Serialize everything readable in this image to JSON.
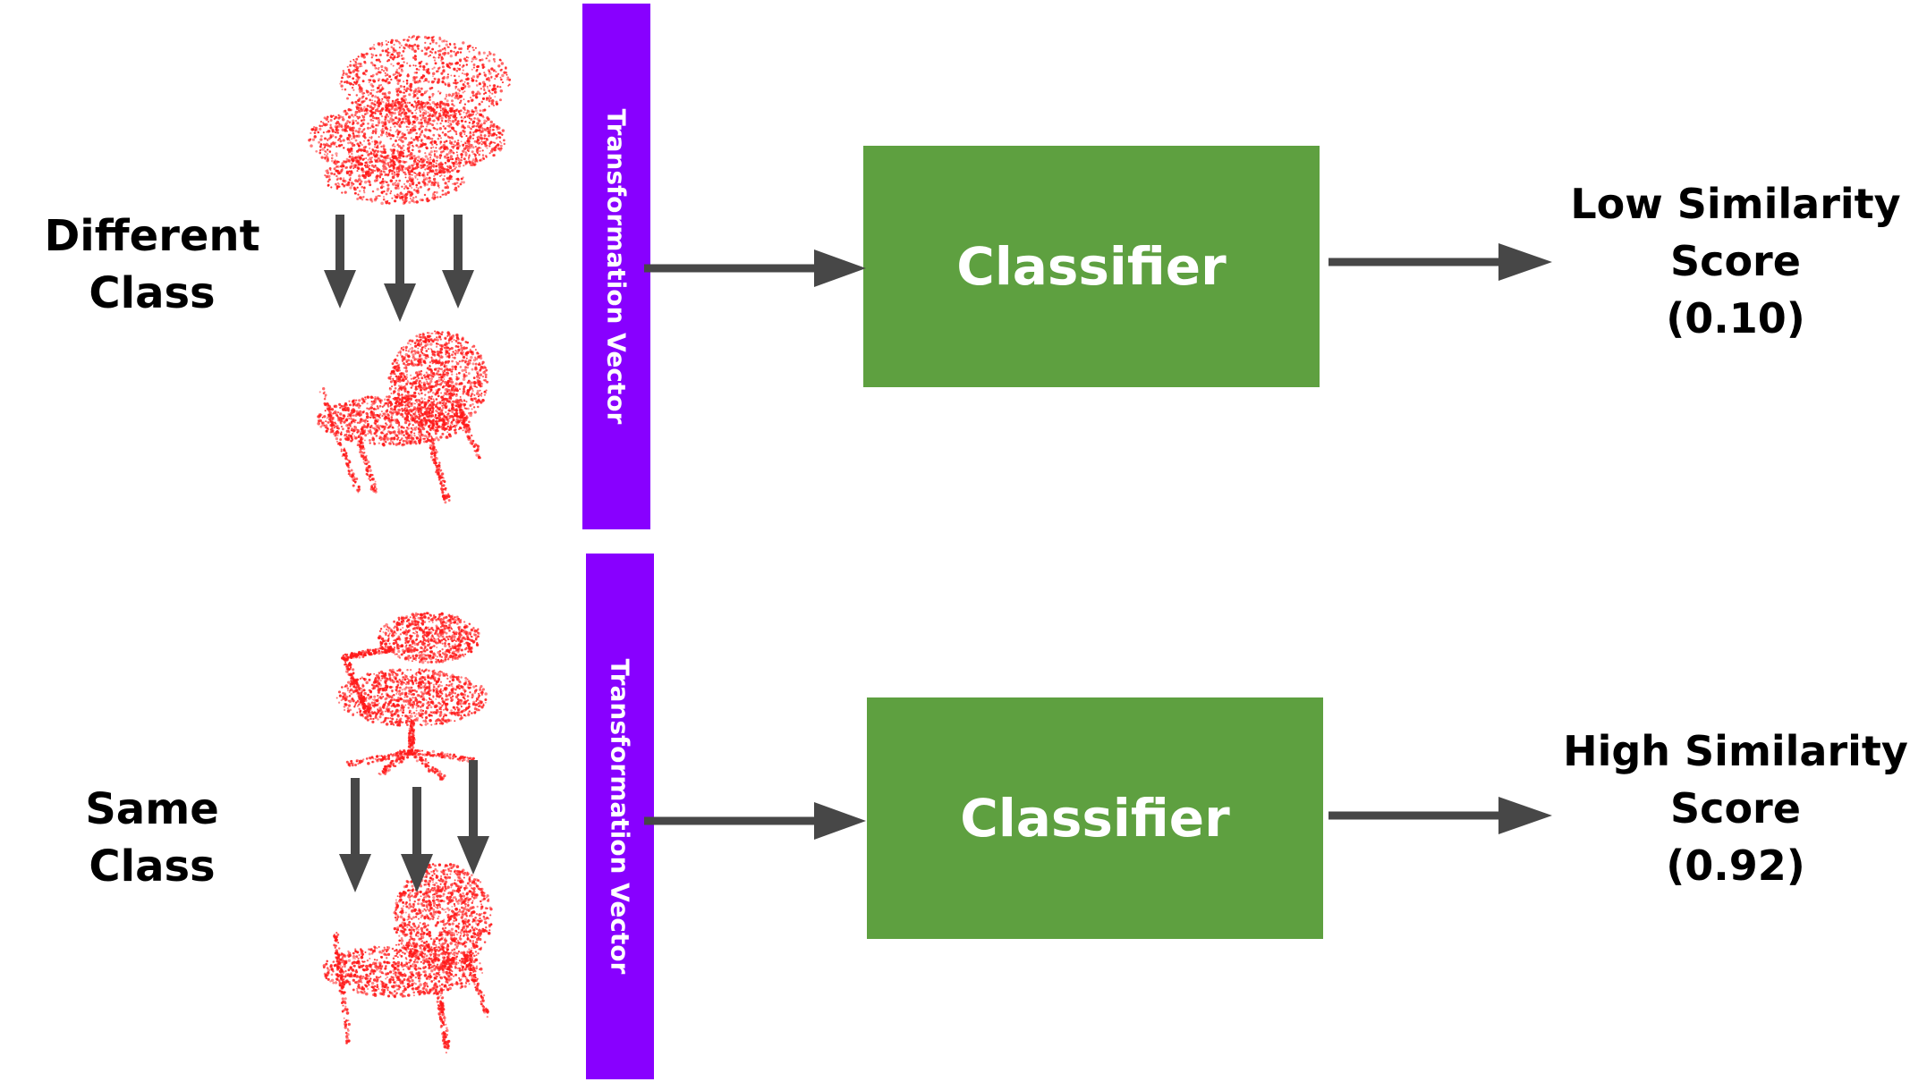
{
  "colors": {
    "vector_bar": "#8800ff",
    "classifier": "#5ea040",
    "arrow": "#474747",
    "point_cloud": "#ff1a1a"
  },
  "rows": [
    {
      "class_label": "Different\nClass",
      "vector_label": "Transformation Vector",
      "classifier_label": "Classifier",
      "score_lines": [
        "Low Similarity",
        "Score",
        "(0.10)"
      ]
    },
    {
      "class_label": "Same\nClass",
      "vector_label": "Transformation Vector",
      "classifier_label": "Classifier",
      "score_lines": [
        "High Similarity",
        "Score",
        "(0.92)"
      ]
    }
  ]
}
